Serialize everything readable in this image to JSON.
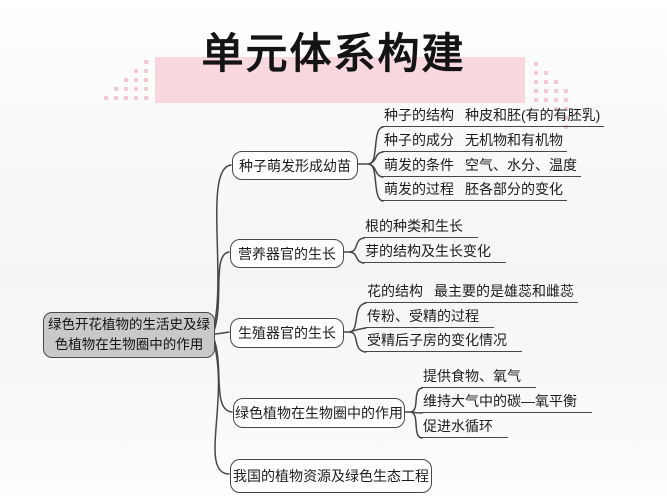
{
  "slide": {
    "title": "单元体系构建"
  },
  "map": {
    "root": "绿色开花植物的生活史及绿色植物在生物圈中的作用",
    "branches": [
      {
        "label": "种子萌发形成幼苗",
        "children": [
          {
            "label": "种子的结构",
            "note": "种皮和胚(有的有胚乳)"
          },
          {
            "label": "种子的成分",
            "note": "无机物和有机物"
          },
          {
            "label": "萌发的条件",
            "note": "空气、水分、温度"
          },
          {
            "label": "萌发的过程",
            "note": "胚各部分的变化"
          }
        ]
      },
      {
        "label": "营养器官的生长",
        "children": [
          {
            "label": "根的种类和生长",
            "note": ""
          },
          {
            "label": "芽的结构及生长变化",
            "note": ""
          }
        ]
      },
      {
        "label": "生殖器官的生长",
        "children": [
          {
            "label": "花的结构",
            "note": "最主要的是雄蕊和雌蕊"
          },
          {
            "label": "传粉、受精的过程",
            "note": ""
          },
          {
            "label": "受精后子房的变化情况",
            "note": ""
          }
        ]
      },
      {
        "label": "绿色植物在生物圈中的作用",
        "children": [
          {
            "label": "提供食物、氧气",
            "note": ""
          },
          {
            "label": "维持大气中的碳—氧平衡",
            "note": ""
          },
          {
            "label": "促进水循环",
            "note": ""
          }
        ]
      },
      {
        "label": "我国的植物资源及绿色生态工程",
        "children": []
      }
    ]
  },
  "colors": {
    "banner_pink": "#f8d8de",
    "dot_pink": "#f3cad3",
    "line_ink": "#474747",
    "root_fill": "#c9c9c9"
  }
}
